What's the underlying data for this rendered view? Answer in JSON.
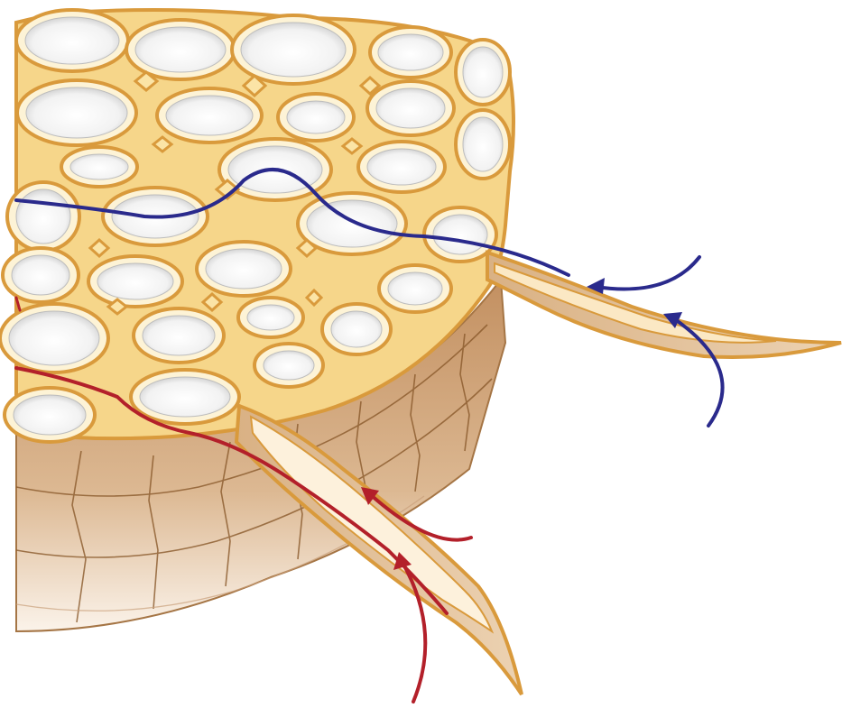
{
  "colors": {
    "background": "#ffffff",
    "cell_wall": "#d99a3c",
    "cytoplasm": "#f6d68a",
    "vacuole": "#f1f1f1",
    "tissue_side": "#c99a66",
    "tissue_side_dark": "#b47e4b",
    "cell_outline": "#8a5a2c",
    "root_hair_fill": "#e8c49a",
    "path_symplast": "#2a2a8c",
    "path_apoplast": "#b3202a"
  },
  "paths": [
    {
      "id": "symplastic",
      "color_key": "path_symplast",
      "arrowheads": 2
    },
    {
      "id": "apoplastic",
      "color_key": "path_apoplast",
      "arrowheads": 2
    }
  ]
}
